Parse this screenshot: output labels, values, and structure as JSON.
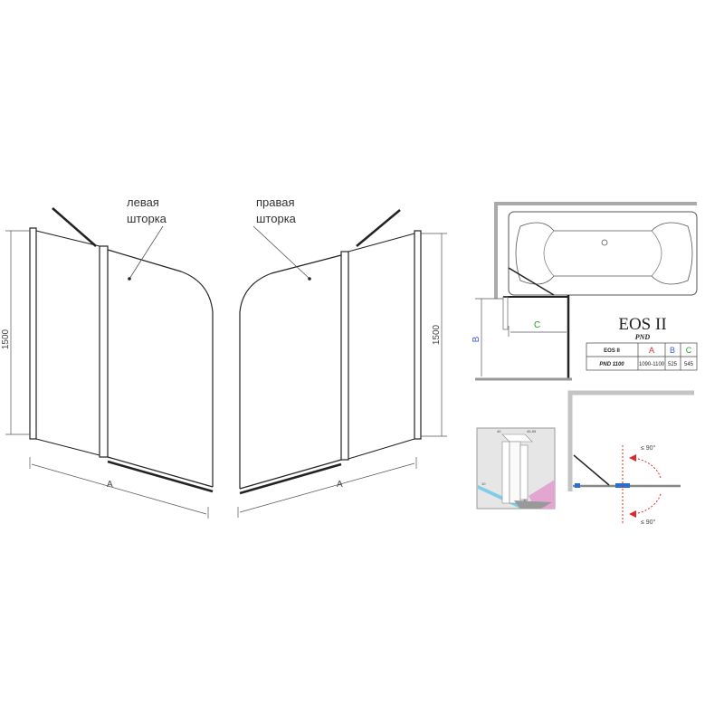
{
  "left_door": {
    "label_line1": "левая",
    "label_line2": "шторка",
    "height_dim": "1500",
    "width_dim": "A"
  },
  "right_door": {
    "label_line1": "правая",
    "label_line2": "шторка",
    "height_dim": "1500",
    "width_dim": "A"
  },
  "plan": {
    "dim_b": "B",
    "dim_c": "C"
  },
  "product": {
    "title": "EOS II",
    "subtitle": "PND"
  },
  "spec_table": {
    "headers": [
      "EOS II",
      "A",
      "B",
      "C"
    ],
    "rows": [
      [
        "PND 1100",
        "1090-1100",
        "525",
        "545"
      ]
    ]
  },
  "profile_detail": {
    "dim_1": "40",
    "dim_2": "45-55",
    "dim_3": "10",
    "dim_4": "30"
  },
  "swing": {
    "angle_top": "≤ 90°",
    "angle_bottom": "≤ 90°"
  },
  "colors": {
    "dim_a": "#e0282a",
    "dim_b": "#3a5fc8",
    "dim_c": "#2aa02a",
    "swing_arrow": "#e0282a",
    "seal": "#2a6fd0",
    "wall": "#c4c4c4",
    "tile": "#e2a6d0"
  }
}
